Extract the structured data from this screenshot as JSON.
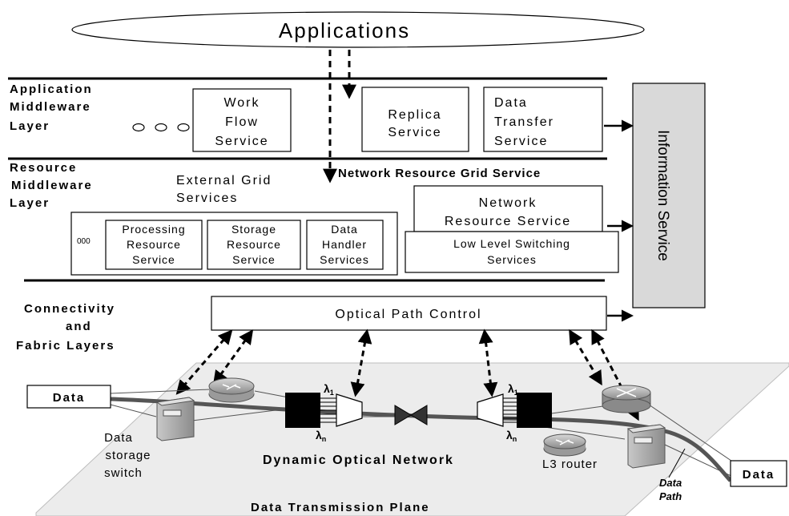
{
  "applications": "Applications",
  "layers": {
    "app_mw": [
      "Application",
      "Middleware",
      "Layer"
    ],
    "res_mw": [
      "Resource",
      "Middleware",
      "Layer"
    ],
    "conn": [
      "Connectivity",
      "and",
      "Fabric Layers"
    ]
  },
  "boxes": {
    "workflow": [
      "Work",
      "Flow",
      "Service"
    ],
    "replica": [
      "Replica",
      "Service"
    ],
    "datatransfer": [
      "Data",
      "Transfer",
      "Service"
    ],
    "external_grid": [
      "External Grid",
      "Services"
    ],
    "nrgs": "Network Resource Grid Service",
    "processing": [
      "Processing",
      "Resource",
      "Service"
    ],
    "storage": [
      "Storage",
      "Resource",
      "Service"
    ],
    "datahandler": [
      "Data",
      "Handler",
      "Services"
    ],
    "nrs": [
      "Network",
      "Resource Service"
    ],
    "llss": [
      "Low Level Switching",
      "Services"
    ],
    "opc": "Optical Path Control",
    "info": "Information Service",
    "ooo_small": "000"
  },
  "network": {
    "data_left": "Data",
    "data_right": "Data",
    "storage_switch": [
      "Data",
      "storage",
      "switch"
    ],
    "lambda_1": "λ",
    "lambda_sub1": "1",
    "lambda_n": "λ",
    "lambda_subn": "n",
    "don": "Dynamic Optical Network",
    "l3": "L3 router",
    "data_path": [
      "Data",
      "Path"
    ],
    "plane": "Data Transmission Plane"
  }
}
